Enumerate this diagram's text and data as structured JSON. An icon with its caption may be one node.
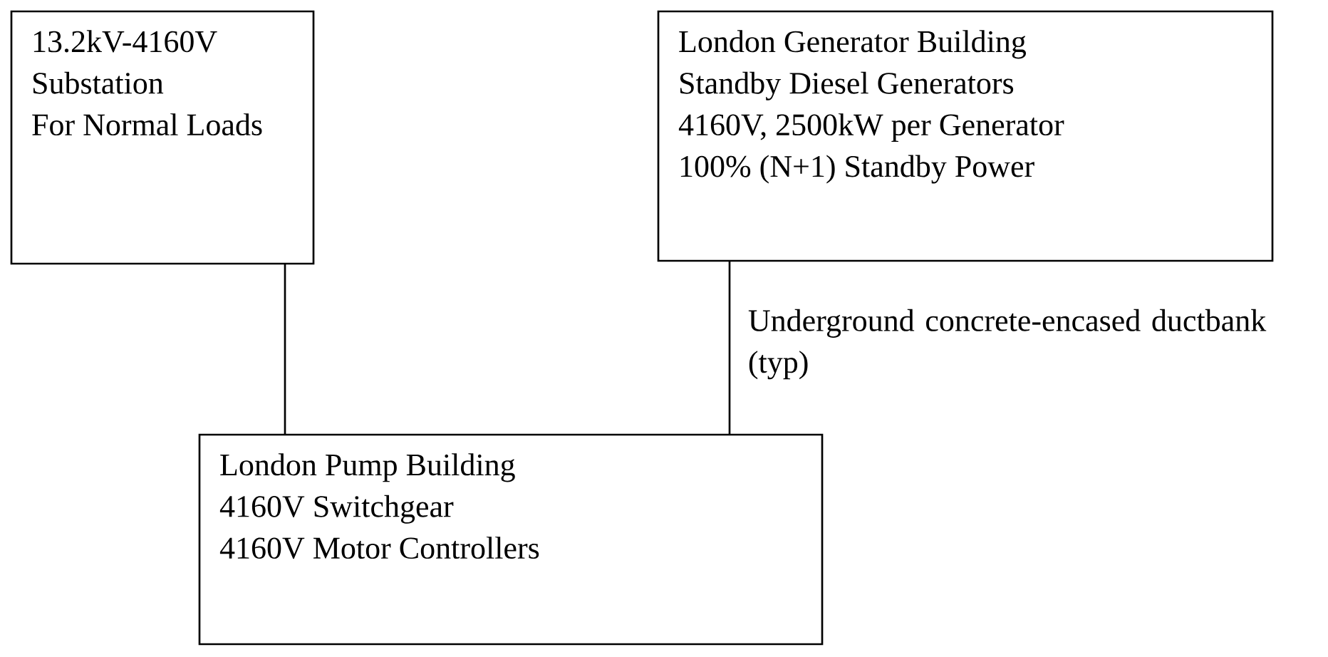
{
  "diagram": {
    "nodes": [
      {
        "text": [
          "13.2kV-4160V",
          "Substation",
          "For Normal Loads"
        ]
      },
      {
        "text": [
          "London Generator Building",
          "Standby Diesel Generators",
          "4160V, 2500kW per Generator",
          "100% (N+1) Standby Power"
        ]
      },
      {
        "text": [
          "London Pump Building",
          "4160V Switchgear",
          "4160V Motor Controllers"
        ]
      }
    ],
    "edges": [
      {
        "from": 0,
        "to": 2,
        "arrow": "none"
      },
      {
        "from": 1,
        "to": 2,
        "arrow": "none",
        "label": "Underground concrete-encased ductbank (typ)"
      }
    ]
  }
}
